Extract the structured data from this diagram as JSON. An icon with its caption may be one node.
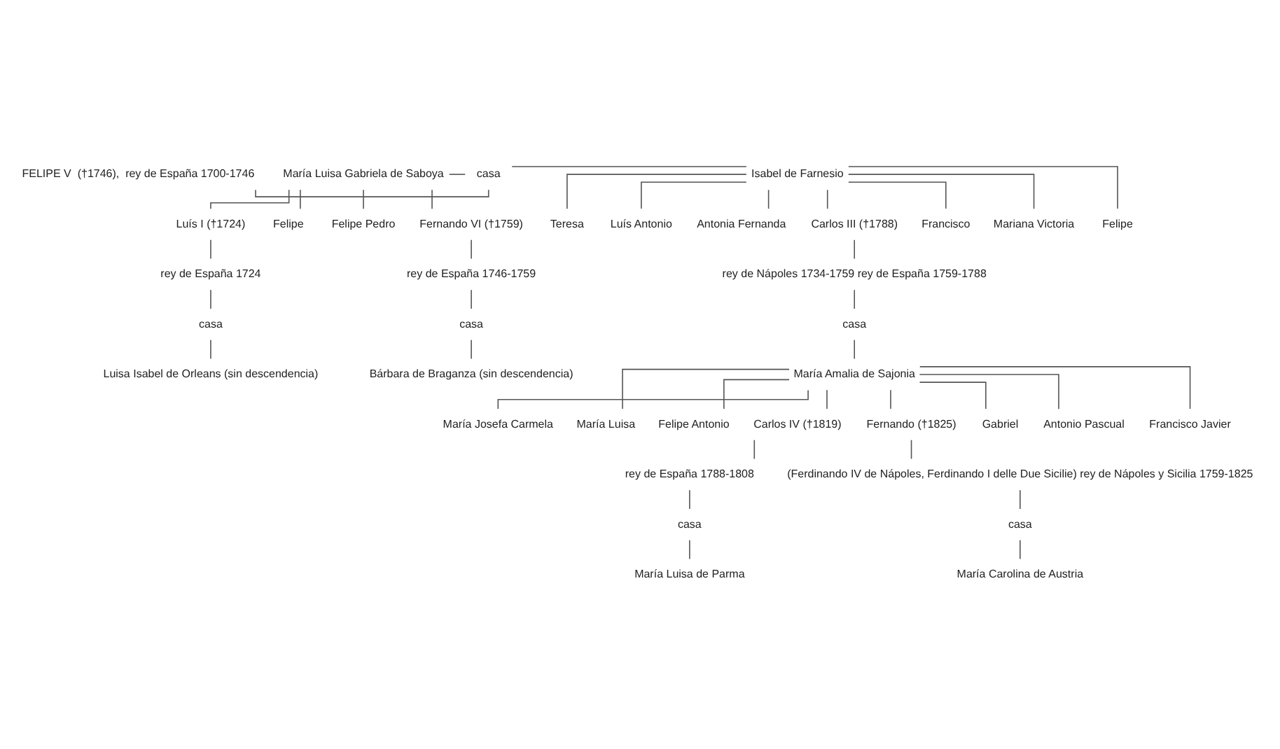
{
  "diagram": {
    "nodes": [
      {
        "text": [
          "FELIPE V  (†1746),  rey de España 1700-1746"
        ]
      },
      {
        "text": [
          "casa"
        ]
      },
      {
        "text": [
          "María Luisa Gabriela de Saboya"
        ]
      },
      {
        "text": [
          "Isabel de Farnesio"
        ]
      },
      {
        "text": [
          "Luís I (†1724)"
        ]
      },
      {
        "text": [
          "Felipe"
        ]
      },
      {
        "text": [
          "Felipe Pedro"
        ]
      },
      {
        "text": [
          "Fernando VI (†1759)"
        ]
      },
      {
        "text": [
          "rey de España 1724"
        ]
      },
      {
        "text": [
          "casa"
        ]
      },
      {
        "text": [
          "Luisa Isabel de Orleans (sin descendencia)"
        ]
      },
      {
        "text": [
          "rey de España 1746-1759"
        ]
      },
      {
        "text": [
          "casa"
        ]
      },
      {
        "text": [
          "Bárbara de Braganza (sin descendencia)"
        ]
      },
      {
        "text": [
          "Carlos III (†1788)"
        ]
      },
      {
        "text": [
          "Francisco"
        ]
      },
      {
        "text": [
          "Mariana Victoria"
        ]
      },
      {
        "text": [
          "Felipe"
        ]
      },
      {
        "text": [
          "Teresa"
        ]
      },
      {
        "text": [
          "Luís Antonio"
        ]
      },
      {
        "text": [
          "Antonia Fernanda"
        ]
      },
      {
        "text": [
          "rey de Nápoles 1734-1759 rey de España 1759-1788"
        ]
      },
      {
        "text": [
          "casa"
        ]
      },
      {
        "text": [
          "María Amalia de Sajonia"
        ]
      },
      {
        "text": [
          "María Josefa Carmela"
        ]
      },
      {
        "text": [
          "María Luisa"
        ]
      },
      {
        "text": [
          "Felipe Antonio"
        ]
      },
      {
        "text": [
          "Carlos IV (†1819)"
        ]
      },
      {
        "text": [
          "Fernando (†1825)"
        ]
      },
      {
        "text": [
          "Gabriel"
        ]
      },
      {
        "text": [
          "Antonio Pascual"
        ]
      },
      {
        "text": [
          "Francisco Javier"
        ]
      },
      {
        "text": [
          "rey de España 1788-1808"
        ]
      },
      {
        "text": [
          "casa"
        ]
      },
      {
        "text": [
          "María Luisa de Parma"
        ]
      },
      {
        "text": [
          "(Ferdinando IV de Nápoles, Ferdinando I delle Due Sicilie) rey de Nápoles y Sicilia 1759-1825"
        ]
      },
      {
        "text": [
          "casa"
        ]
      },
      {
        "text": [
          "María Carolina de Austria"
        ]
      }
    ],
    "edges": [
      {
        "from": 0,
        "to": 1,
        "arrow": "none"
      },
      {
        "from": 2,
        "to": 1,
        "arrow": "none"
      },
      {
        "from": 1,
        "to": 3,
        "arrow": "none"
      },
      {
        "from": 2,
        "to": 4,
        "arrow": "none"
      },
      {
        "from": 2,
        "to": 5,
        "arrow": "none"
      },
      {
        "from": 2,
        "to": 6,
        "arrow": "none"
      },
      {
        "from": 2,
        "to": 7,
        "arrow": "none"
      },
      {
        "from": 4,
        "to": 8,
        "arrow": "none"
      },
      {
        "from": 8,
        "to": 9,
        "arrow": "none"
      },
      {
        "from": 9,
        "to": 10,
        "arrow": "none"
      },
      {
        "from": 7,
        "to": 11,
        "arrow": "none"
      },
      {
        "from": 11,
        "to": 12,
        "arrow": "none"
      },
      {
        "from": 12,
        "to": 13,
        "arrow": "none"
      },
      {
        "from": 3,
        "to": 14,
        "arrow": "none"
      },
      {
        "from": 3,
        "to": 15,
        "arrow": "none"
      },
      {
        "from": 3,
        "to": 16,
        "arrow": "none"
      },
      {
        "from": 3,
        "to": 17,
        "arrow": "none"
      },
      {
        "from": 3,
        "to": 18,
        "arrow": "none"
      },
      {
        "from": 3,
        "to": 19,
        "arrow": "none"
      },
      {
        "from": 3,
        "to": 20,
        "arrow": "none"
      },
      {
        "from": 14,
        "to": 21,
        "arrow": "none"
      },
      {
        "from": 21,
        "to": 22,
        "arrow": "none"
      },
      {
        "from": 22,
        "to": 23,
        "arrow": "none"
      },
      {
        "from": 23,
        "to": 24,
        "arrow": "none"
      },
      {
        "from": 23,
        "to": 25,
        "arrow": "none"
      },
      {
        "from": 23,
        "to": 26,
        "arrow": "none"
      },
      {
        "from": 23,
        "to": 27,
        "arrow": "none"
      },
      {
        "from": 23,
        "to": 28,
        "arrow": "none"
      },
      {
        "from": 23,
        "to": 29,
        "arrow": "none"
      },
      {
        "from": 23,
        "to": 30,
        "arrow": "none"
      },
      {
        "from": 23,
        "to": 31,
        "arrow": "none"
      },
      {
        "from": 27,
        "to": 32,
        "arrow": "none"
      },
      {
        "from": 32,
        "to": 33,
        "arrow": "none"
      },
      {
        "from": 33,
        "to": 34,
        "arrow": "none"
      },
      {
        "from": 28,
        "to": 35,
        "arrow": "none"
      },
      {
        "from": 35,
        "to": 36,
        "arrow": "none"
      },
      {
        "from": 36,
        "to": 37,
        "arrow": "none"
      }
    ]
  }
}
